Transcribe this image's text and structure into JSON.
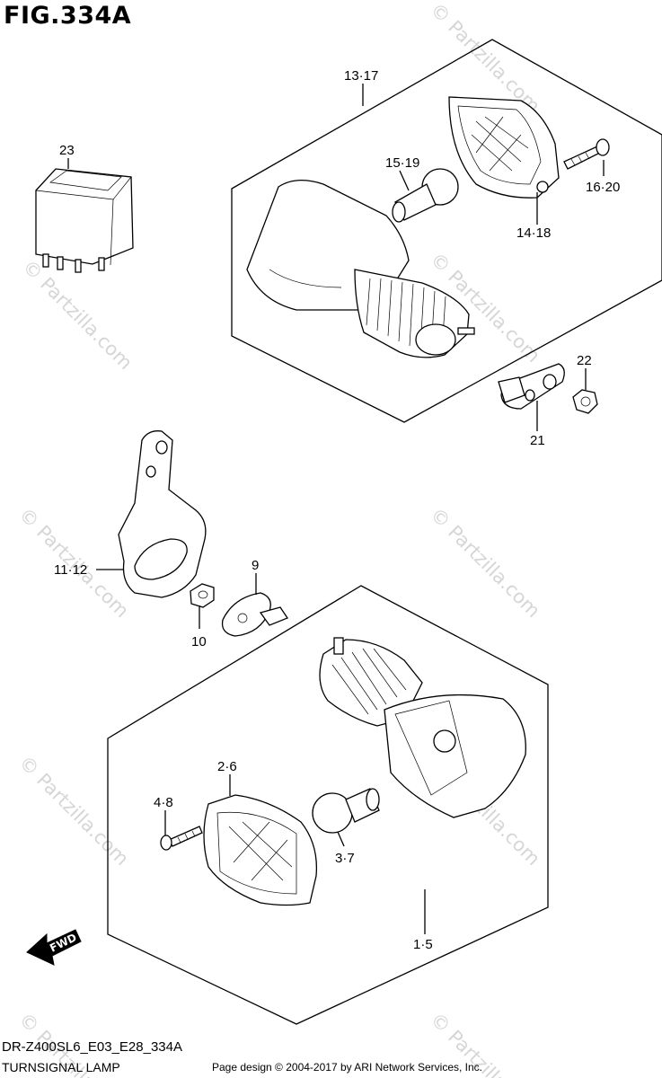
{
  "figure": {
    "title": "FIG.334A",
    "model_code": "DR-Z400SL6_E03_E28_334A",
    "section_name": "TURNSIGNAL LAMP",
    "copyright": "Page design © 2004-2017 by ARI Network Services, Inc."
  },
  "parts": [
    {
      "id": "p23",
      "label": "23"
    },
    {
      "id": "p13_17",
      "label": "13·17"
    },
    {
      "id": "p15_19",
      "label": "15·19"
    },
    {
      "id": "p16_20",
      "label": "16·20"
    },
    {
      "id": "p14_18",
      "label": "14·18"
    },
    {
      "id": "p22",
      "label": "22"
    },
    {
      "id": "p21",
      "label": "21"
    },
    {
      "id": "p11_12",
      "label": "11·12"
    },
    {
      "id": "p9",
      "label": "9"
    },
    {
      "id": "p10",
      "label": "10"
    },
    {
      "id": "p2_6",
      "label": "2·6"
    },
    {
      "id": "p4_8",
      "label": "4·8"
    },
    {
      "id": "p3_7",
      "label": "3·7"
    },
    {
      "id": "p1_5",
      "label": "1·5"
    }
  ],
  "direction_badge": {
    "label": "FWD"
  },
  "watermark": {
    "text": "© Partzilla.com",
    "color": "#d6d6d6"
  }
}
